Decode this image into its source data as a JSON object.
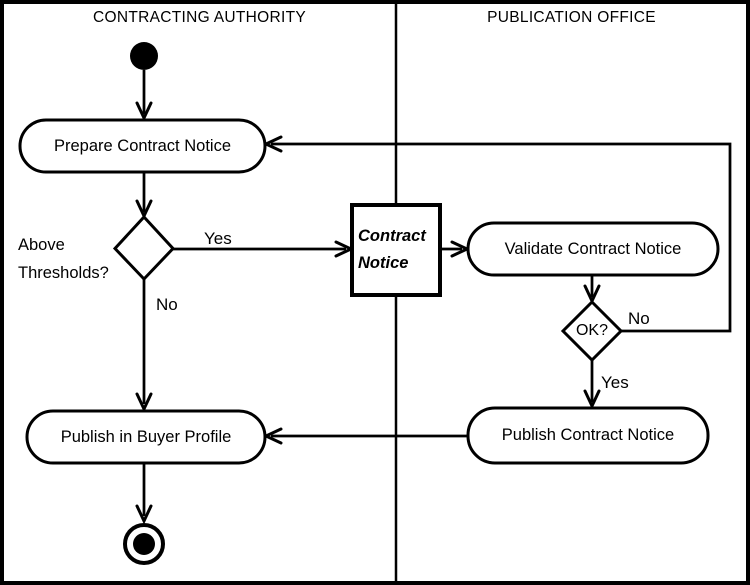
{
  "diagram": {
    "type": "uml-activity-diagram",
    "colors": {
      "stroke": "#000000",
      "node_fill": "#ffffff",
      "background": "#ffffff"
    },
    "lanes": {
      "left": {
        "label": "CONTRACTING AUTHORITY"
      },
      "right": {
        "label": "PUBLICATION OFFICE"
      }
    },
    "nodes": {
      "prepare": {
        "label": "Prepare Contract Notice"
      },
      "thresholds": {
        "lines": [
          "Above",
          "Thresholds?"
        ]
      },
      "contract_notice": {
        "lines": [
          "Contract",
          "Notice"
        ]
      },
      "validate": {
        "label": "Validate Contract Notice"
      },
      "ok": {
        "label": "OK?"
      },
      "publish_contract": {
        "label": "Publish Contract Notice"
      },
      "publish_buyer": {
        "label": "Publish in Buyer Profile"
      }
    },
    "edge_labels": {
      "thresholds_yes": "Yes",
      "thresholds_no": "No",
      "ok_no": "No",
      "ok_yes": "Yes"
    }
  }
}
